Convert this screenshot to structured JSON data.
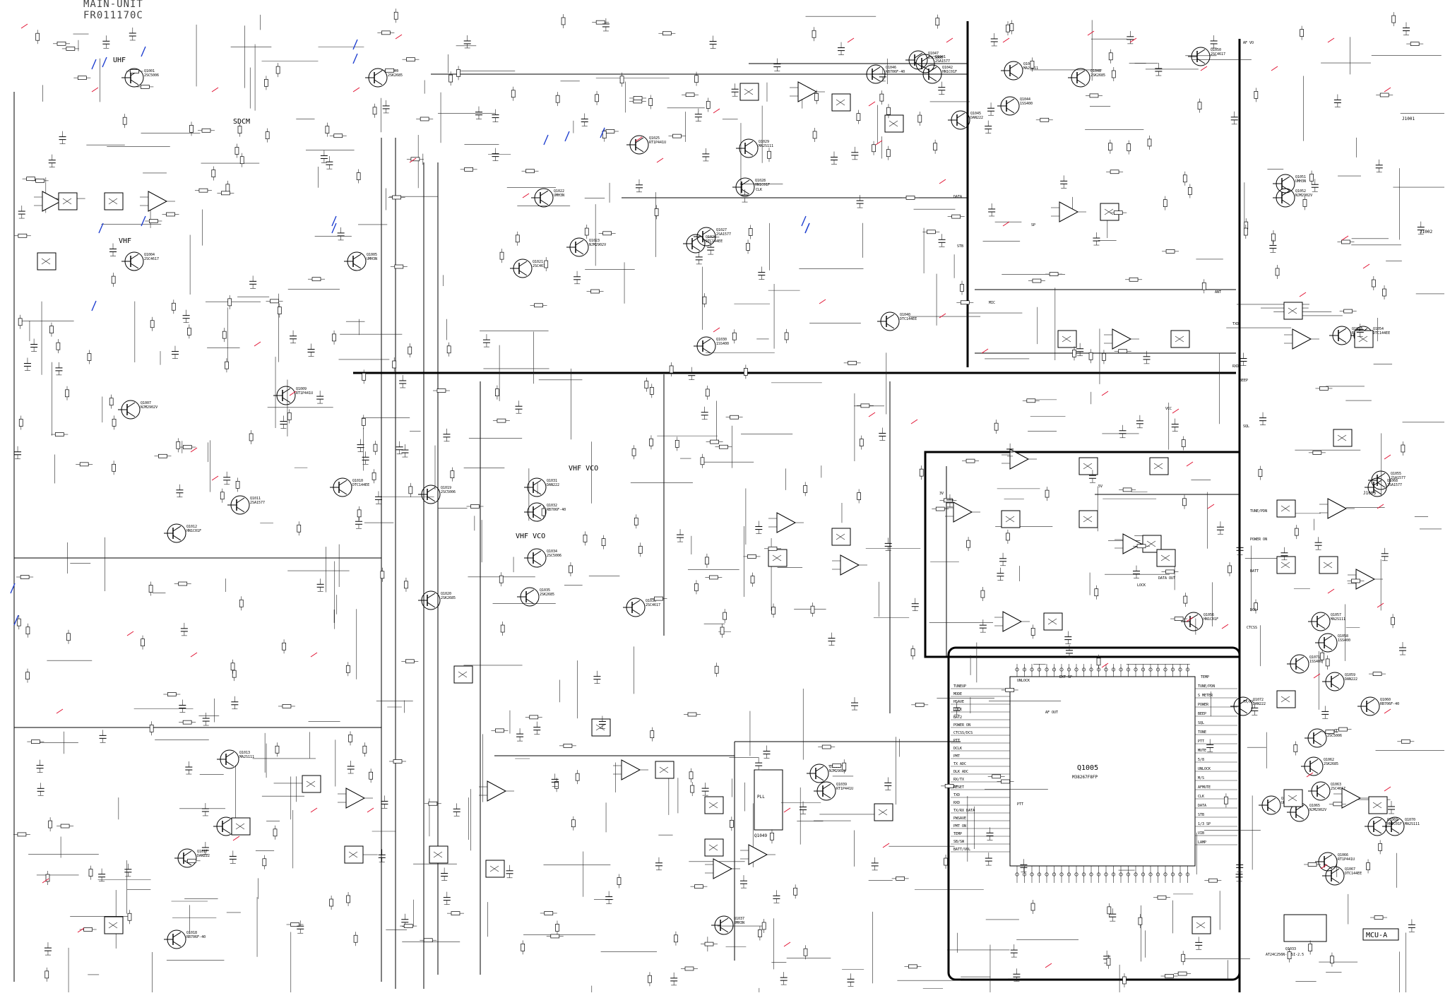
{
  "title": {
    "line1": "MAIN-UNIT",
    "line2": "FR011170C"
  },
  "sections": {
    "vhf_vco_top": "VHF VCO",
    "vhf_vco_bottom": "VHF VCO",
    "shf_vco_label": "SDCM",
    "uhf_label": "UHF",
    "vhf_label": "VHF"
  },
  "cpu": {
    "ref": "Q1005",
    "part": "M38267F8FP"
  },
  "pll": {
    "ref": "Q1049",
    "part": "PLL"
  },
  "eeprom": {
    "ref": "Q1033",
    "part": "AT24C256N-10SI-2.5"
  },
  "badge": {
    "text": "MCU-A"
  },
  "cpu_left_pins": [
    "TUNEUP",
    "MODE",
    "HSAVE",
    "LOCK",
    "BAT2",
    "POWER ON",
    "CTCSS/DCS",
    "PTT",
    "DCLK",
    "PMT",
    "TX ADC",
    "DLK ADC",
    "RX/TX",
    "RESET",
    "TXD",
    "RXD",
    "TX/RX DATA",
    "PWSAVE",
    "PMT ON",
    "TEMP",
    "SB/SW",
    "BATT/VOL"
  ],
  "cpu_right_pins": [
    "TUNE/PDN",
    "S METER",
    "POWER",
    "BEEP",
    "SQL",
    "TONE",
    "PTT",
    "MUTE",
    "5/8",
    "UNLOCK",
    "M/S",
    "AFMUTE",
    "CLK",
    "DATA",
    "STB",
    "1/3 SP",
    "VIB",
    "LAMP"
  ],
  "transistors": [
    "Q1001",
    "Q1003",
    "Q1004",
    "Q1005",
    "Q1007",
    "Q1009",
    "Q1010",
    "Q1011",
    "Q1012",
    "Q1013",
    "Q1016",
    "Q1017",
    "Q1018",
    "Q1019",
    "Q1020",
    "Q1021",
    "Q1022",
    "Q1023",
    "Q1025",
    "Q1026",
    "Q1027",
    "Q1028",
    "Q1029",
    "Q1030",
    "Q1031",
    "Q1032",
    "Q1034",
    "Q1035",
    "Q1036",
    "Q1037",
    "Q1038",
    "Q1039",
    "Q1040",
    "Q1041",
    "Q1042",
    "Q1043",
    "Q1044",
    "Q1045",
    "Q1046",
    "Q1047",
    "Q1048",
    "Q1050",
    "Q1051",
    "Q1052",
    "Q1053",
    "Q1054",
    "Q1055",
    "Q1056",
    "Q1057",
    "Q1058",
    "Q1059",
    "Q1060",
    "Q1061",
    "Q1062",
    "Q1063",
    "Q1064",
    "Q1065",
    "Q1066",
    "Q1067",
    "Q1068",
    "Q1069",
    "Q1070",
    "Q1071",
    "Q1072"
  ],
  "parts_misc": [
    "2SC5006",
    "2SK2685",
    "2SC4617",
    "UMH3N",
    "NJM2902V",
    "RT1P441U",
    "DTC144EE",
    "2SA1577",
    "HN1C01F",
    "MA2S111",
    "1SS400",
    "DAN222",
    "RB706F-40"
  ],
  "signals": [
    "AF VO",
    "TXD",
    "RXD",
    "BEEP",
    "SQL",
    "TUNE/PDN",
    "POWER ON",
    "BATT",
    "DCS",
    "CTCSS",
    "TX/RX",
    "DATA OUT",
    "LOCK",
    "UNLOCK",
    "CLK",
    "DATA",
    "STB",
    "MIC",
    "SP",
    "ANT",
    "VCC",
    "5V",
    "3V",
    "AF OUT",
    "EXT SP",
    "PTT",
    "TEMP"
  ],
  "connectors": {
    "j1001": "J1001",
    "j1002": "J1002",
    "j1003": "J1003"
  },
  "colors": {
    "line": "#000000",
    "annotation_red": "#e01030",
    "annotation_blue": "#2040d0",
    "background": "#ffffff",
    "title_gray": "#444444"
  }
}
